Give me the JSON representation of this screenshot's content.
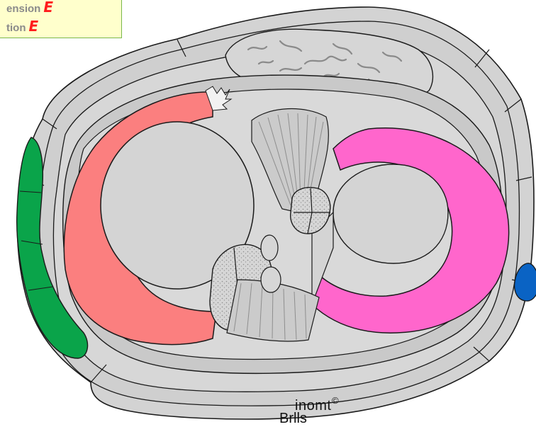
{
  "legend": {
    "items": [
      {
        "text": "ension",
        "letter": "E"
      },
      {
        "text": "tion",
        "letter": "E"
      }
    ]
  },
  "brand": {
    "top": "inomt",
    "copyright": "©",
    "bottom": "Brlls"
  },
  "colors": {
    "background": "#ffffff",
    "tissue": "#d4d4d4",
    "muscle_red": "#fb7f7f",
    "muscle_magenta": "#ff66cc",
    "muscle_green": "#0aa44a",
    "muscle_blue": "#0a63c4",
    "legend_bg": "#ffffcc",
    "legend_border": "#7ab84a",
    "legend_letter": "#ff1c1c"
  }
}
